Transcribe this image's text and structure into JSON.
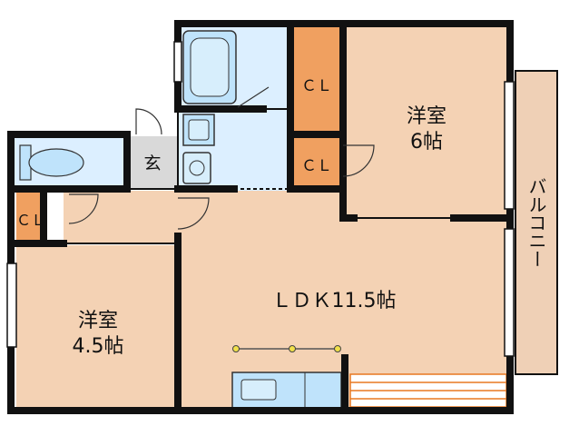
{
  "rooms": {
    "western_room_large": {
      "name": "洋室",
      "size": "6帖"
    },
    "western_room_small": {
      "name": "洋室",
      "size": "4.5帖"
    },
    "ldk": {
      "label": "ＬＤＫ11.5帖"
    },
    "entrance": {
      "label": "玄"
    },
    "balcony": {
      "label": "バルコニー"
    },
    "closets": [
      "ＣＬ",
      "ＣＬ",
      "ＣＬ"
    ]
  },
  "colors": {
    "room_floor": "#f4d2b4",
    "closet": "#f0a060",
    "wet_area": "#dcefff",
    "entrance_floor": "#d9d9d9",
    "balcony_floor": "#efd0b6",
    "wall": "#111111",
    "stairs": "#e87820"
  }
}
